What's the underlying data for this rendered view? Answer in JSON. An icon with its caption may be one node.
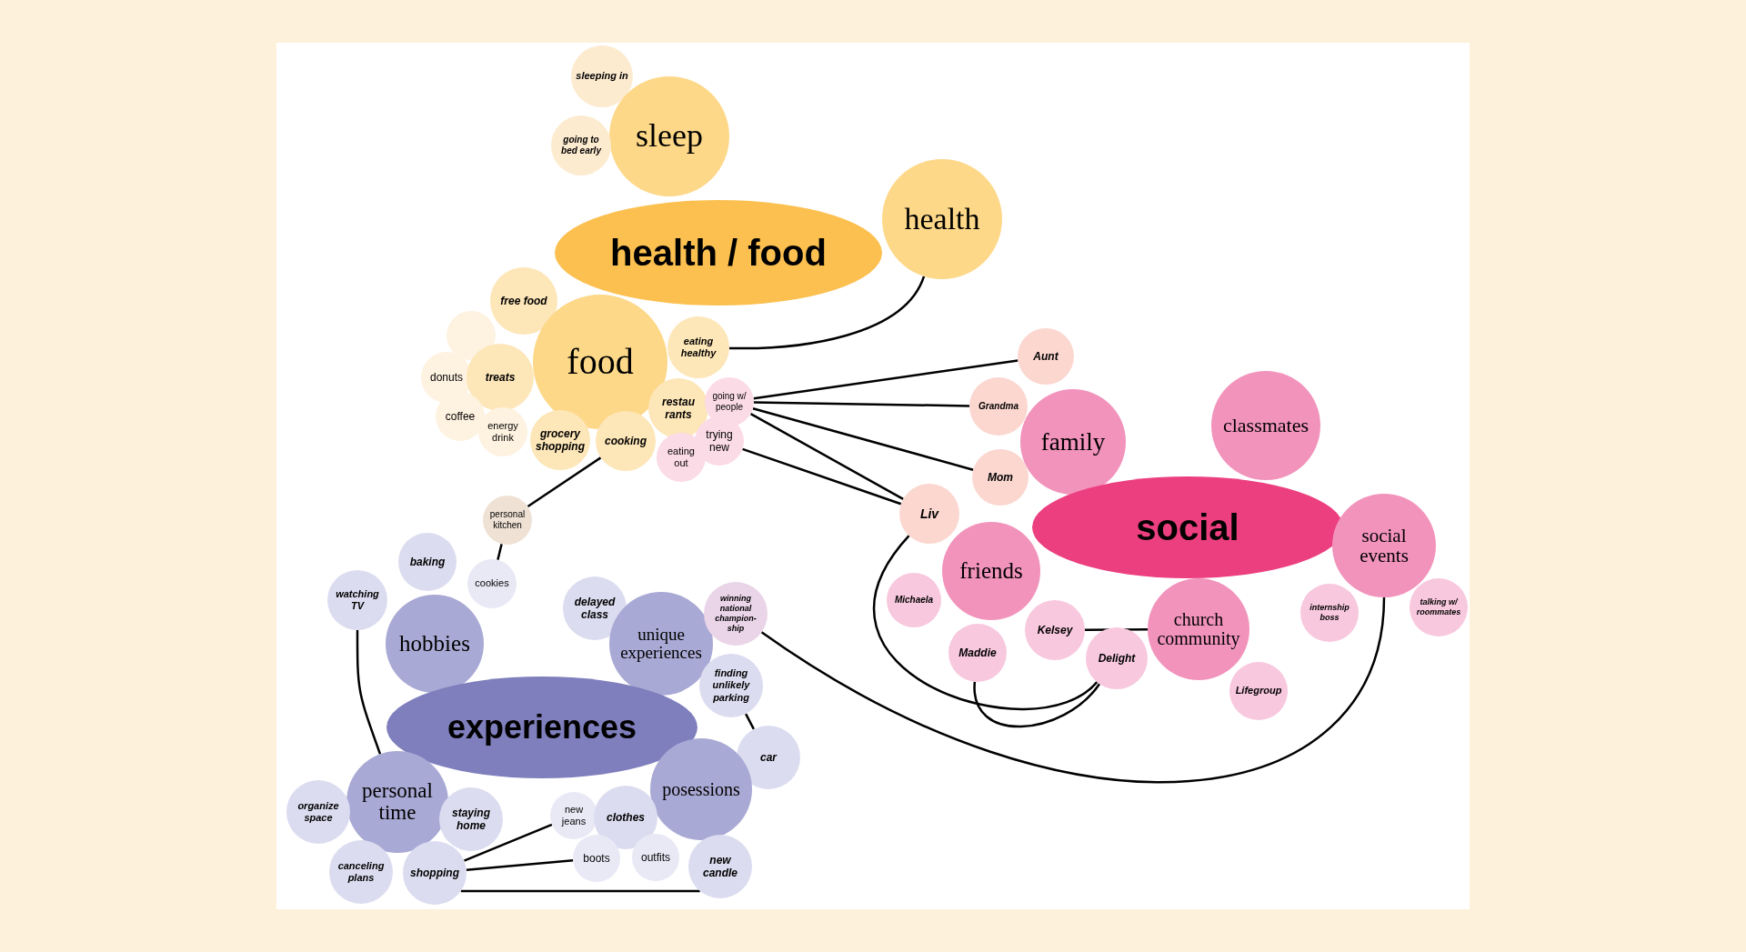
{
  "diagram": {
    "nodes": [
      {
        "text": [
          "health / food"
        ]
      },
      {
        "text": [
          "sleeping in"
        ]
      },
      {
        "text": [
          "sleep"
        ]
      },
      {
        "text": [
          "going to bed early"
        ]
      },
      {
        "text": [
          "health"
        ]
      },
      {
        "text": [
          "free food"
        ]
      },
      {
        "text": [],
        "shape": "circle"
      },
      {
        "text": [
          "food"
        ]
      },
      {
        "text": [
          "eating healthy"
        ]
      },
      {
        "text": [
          "donuts"
        ]
      },
      {
        "text": [
          "treats"
        ]
      },
      {
        "text": [
          "restau rants"
        ]
      },
      {
        "text": [
          "going w/ people"
        ]
      },
      {
        "text": [
          "coffee"
        ]
      },
      {
        "text": [
          "energy drink"
        ]
      },
      {
        "text": [
          "grocery shopping"
        ]
      },
      {
        "text": [
          "cooking"
        ]
      },
      {
        "text": [
          "trying new"
        ]
      },
      {
        "text": [
          "eating out"
        ]
      },
      {
        "text": [
          "Aunt"
        ]
      },
      {
        "text": [
          "Grandma"
        ]
      },
      {
        "text": [
          "family"
        ]
      },
      {
        "text": [
          "classmates"
        ]
      },
      {
        "text": [
          "Mom"
        ]
      },
      {
        "text": [
          "social"
        ]
      },
      {
        "text": [
          "Liv"
        ]
      },
      {
        "text": [
          "social events"
        ]
      },
      {
        "text": [
          "friends"
        ]
      },
      {
        "text": [
          "personal kitchen"
        ]
      },
      {
        "text": [
          "Michaela"
        ]
      },
      {
        "text": [
          "internship boss"
        ]
      },
      {
        "text": [
          "talking w/ roommates"
        ]
      },
      {
        "text": [
          "church community"
        ]
      },
      {
        "text": [
          "Kelsey"
        ]
      },
      {
        "text": [
          "Maddie"
        ]
      },
      {
        "text": [
          "Delight"
        ]
      },
      {
        "text": [
          "Lifegroup"
        ]
      },
      {
        "text": [
          "baking"
        ]
      },
      {
        "text": [
          "cookies"
        ]
      },
      {
        "text": [
          "watching TV"
        ]
      },
      {
        "text": [
          "hobbies"
        ]
      },
      {
        "text": [
          "delayed class"
        ]
      },
      {
        "text": [
          "unique experiences"
        ]
      },
      {
        "text": [
          "winning national champion-ship"
        ]
      },
      {
        "text": [
          "finding unlikely parking"
        ]
      },
      {
        "text": [
          "experiences"
        ]
      },
      {
        "text": [
          "car"
        ]
      },
      {
        "text": [
          "personal time"
        ]
      },
      {
        "text": [
          "posessions"
        ]
      },
      {
        "text": [
          "organize space"
        ]
      },
      {
        "text": [
          "staying home"
        ]
      },
      {
        "text": [
          "new jeans"
        ]
      },
      {
        "text": [
          "clothes"
        ]
      },
      {
        "text": [
          "canceling plans"
        ]
      },
      {
        "text": [
          "shopping"
        ]
      },
      {
        "text": [
          "boots"
        ]
      },
      {
        "text": [
          "outfits"
        ]
      },
      {
        "text": [
          "new candle"
        ]
      }
    ],
    "edges": [
      {
        "from": 4,
        "to": 8,
        "arrow": "none"
      },
      {
        "from": 12,
        "to": 19,
        "arrow": "none"
      },
      {
        "from": 12,
        "to": 20,
        "arrow": "none"
      },
      {
        "from": 12,
        "to": 23,
        "arrow": "none"
      },
      {
        "from": 12,
        "to": 25,
        "arrow": "none"
      },
      {
        "from": 17,
        "to": 25,
        "arrow": "none"
      },
      {
        "from": 16,
        "to": 28,
        "arrow": "none"
      },
      {
        "from": 28,
        "to": 38,
        "arrow": "none"
      },
      {
        "from": 39,
        "to": 47,
        "arrow": "none"
      },
      {
        "from": 44,
        "to": 46,
        "arrow": "none"
      },
      {
        "from": 54,
        "to": 51,
        "arrow": "none"
      },
      {
        "from": 54,
        "to": 55,
        "arrow": "none"
      },
      {
        "from": 54,
        "to": 57,
        "arrow": "none"
      },
      {
        "from": 43,
        "to": 26,
        "arrow": "none"
      },
      {
        "from": 25,
        "to": 35,
        "arrow": "none"
      },
      {
        "from": 34,
        "to": 35,
        "arrow": "none"
      },
      {
        "from": 33,
        "to": 32,
        "arrow": "none"
      }
    ]
  }
}
